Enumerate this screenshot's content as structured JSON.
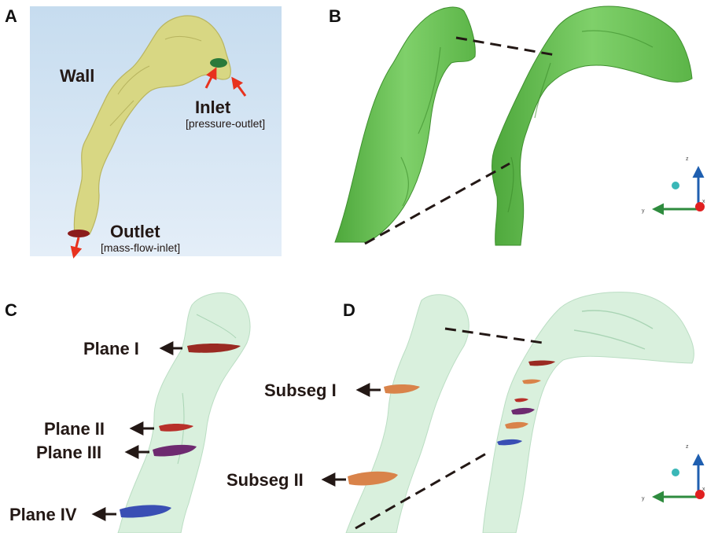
{
  "panels": {
    "a": {
      "letter": "A",
      "wall_label": "Wall",
      "inlet_label": "Inlet",
      "inlet_bc": "[pressure-outlet]",
      "outlet_label": "Outlet",
      "outlet_bc": "[mass-flow-inlet]",
      "colors": {
        "airway": "#d9d98a",
        "inlet": "#2a7a3a",
        "outlet": "#8b1c1c",
        "arrow": "#e8321e",
        "background": "#c9def0"
      }
    },
    "b": {
      "letter": "B",
      "colors": {
        "airway": "#6fc25a",
        "dashed": "#231815"
      }
    },
    "c": {
      "letter": "C",
      "planes": [
        {
          "label": "Plane I",
          "color": "#9a2a22"
        },
        {
          "label": "Plane II",
          "color": "#b8302a"
        },
        {
          "label": "Plane III",
          "color": "#6e2a70"
        },
        {
          "label": "Plane IV",
          "color": "#3a4fb4"
        }
      ],
      "colors": {
        "airway": "#d8f0dc"
      }
    },
    "d": {
      "letter": "D",
      "subseg_labels": [
        "Subseg I",
        "Subseg II"
      ],
      "colors": {
        "subseg": "#d9834a",
        "airway": "#d8f0dc"
      }
    }
  },
  "axes_triad": {
    "x": "x",
    "y": "y",
    "z": "z",
    "colors": {
      "z": "#1f5fb0",
      "y": "#2e8b3e",
      "x_dot": "#e02020",
      "origin_dot": "#3ab7b7"
    }
  }
}
